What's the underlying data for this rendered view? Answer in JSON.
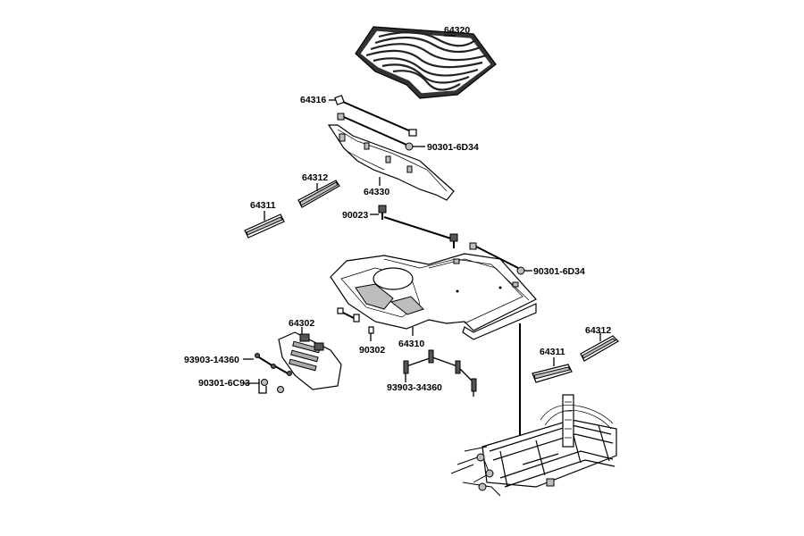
{
  "labels": {
    "floor_mat": "64320",
    "strap": "64316",
    "clip_upper": "90301-6D34",
    "heat_shield": "64330",
    "molding_left_a": "64312",
    "molding_left_b": "64311",
    "bolt": "90023",
    "clip_lower": "90301-6D34",
    "front_panel": "64302",
    "bracket": "90302",
    "floor_body": "64310",
    "screw": "93903-14360",
    "clip_front": "90301-6C93",
    "screw_set": "93903-34360",
    "molding_right_b": "64311",
    "molding_right_a": "64312"
  }
}
